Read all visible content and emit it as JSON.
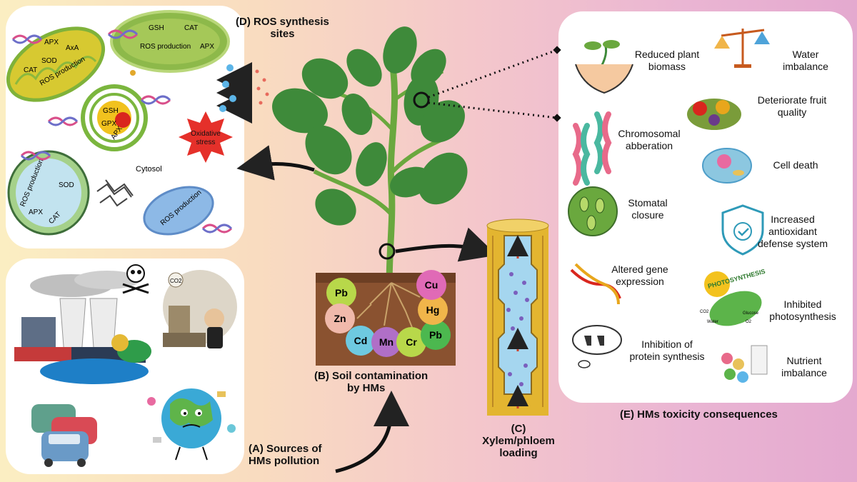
{
  "panels": {
    "ros_title_1": "(D) ROS synthesis",
    "ros_title_2": "sites",
    "soil_title_1": "(B) Soil contamination",
    "soil_title_2": "by HMs",
    "xylem_title_1": "(C) Xylem/phloem",
    "xylem_title_2": "loading",
    "sources_title_1": "(A) Sources of",
    "sources_title_2": "HMs pollution",
    "consequences_title": "(E) HMs toxicity consequences"
  },
  "ros": {
    "mito1": [
      "CAT",
      "APX",
      "SOD",
      "AxA",
      "ROS production"
    ],
    "chloro": [
      "GSH",
      "CAT",
      "ROS production",
      "APX"
    ],
    "er": [
      "GSH",
      "GPX",
      "APX"
    ],
    "stress": [
      "Oxidative",
      "stress"
    ],
    "cytosol": "Cytosol",
    "vacuole": [
      "ROS production",
      "SOD",
      "APX",
      "CAT"
    ],
    "mito2": "ROS production"
  },
  "metals": [
    "Pb",
    "Zn",
    "Cd",
    "Mn",
    "Cr",
    "Pb",
    "Hg",
    "Cu"
  ],
  "consequences": {
    "c1": [
      "Reduced plant",
      "biomass"
    ],
    "c2": [
      "Water",
      "imbalance"
    ],
    "c3": [
      "Deteriorate fruit",
      "quality"
    ],
    "c4": [
      "Chromosomal",
      "abberation"
    ],
    "c5": [
      "Cell death"
    ],
    "c6": [
      "Stomatal",
      "closure"
    ],
    "c7": [
      "Increased",
      "antioxidant",
      "defense system"
    ],
    "c8": [
      "Altered gene",
      "expression"
    ],
    "c9": [
      "Inhibited",
      "photosynthesis"
    ],
    "c10": [
      "Inhibition of",
      "protein synthesis"
    ],
    "c11": [
      "Nutrient",
      "imbalance"
    ]
  },
  "photosynthesis_icon": [
    "PHOTOSYNTHESIS",
    "Water",
    "Glucose",
    "CO2",
    "O2"
  ],
  "sources_icon": [
    "CO2"
  ],
  "colors": {
    "leaf": "#3e8a3a",
    "stem": "#6aa83e",
    "soil": "#8a5230",
    "xylem_gold": "#e3b530",
    "xylem_blue": "#a5d6ef",
    "mito": "#d9c430",
    "chloroplast": "#89b84a",
    "arrow": "#222222"
  }
}
